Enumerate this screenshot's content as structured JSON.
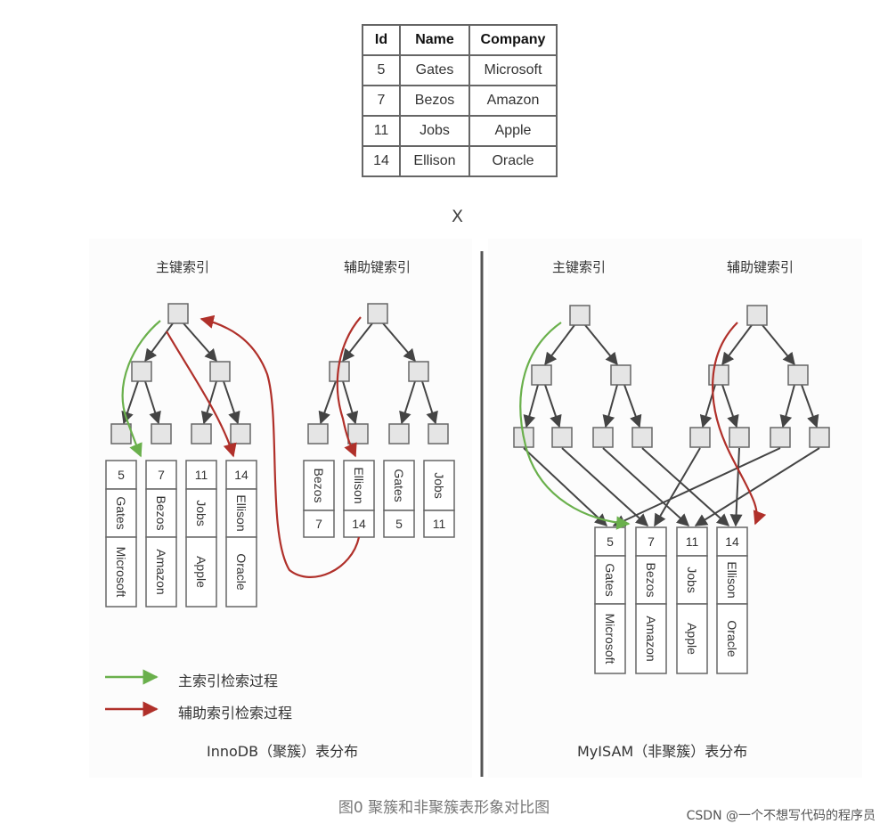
{
  "table": {
    "headers": [
      "Id",
      "Name",
      "Company"
    ],
    "rows": [
      [
        "5",
        "Gates",
        "Microsoft"
      ],
      [
        "7",
        "Bezos",
        "Amazon"
      ],
      [
        "11",
        "Jobs",
        "Apple"
      ],
      [
        "14",
        "Ellison",
        "Oracle"
      ]
    ]
  },
  "separator_letter": "X",
  "left_panel": {
    "primary_index_title": "主键索引",
    "secondary_index_title": "辅助键索引",
    "leaf_records": [
      {
        "id": "5",
        "name": "Gates",
        "company": "Microsoft"
      },
      {
        "id": "7",
        "name": "Bezos",
        "company": "Amazon"
      },
      {
        "id": "11",
        "name": "Jobs",
        "company": "Apple"
      },
      {
        "id": "14",
        "name": "Ellison",
        "company": "Oracle"
      }
    ],
    "secondary_leaves": [
      {
        "name": "Bezos",
        "id": "7"
      },
      {
        "name": "Ellison",
        "id": "14"
      },
      {
        "name": "Gates",
        "id": "5"
      },
      {
        "name": "Jobs",
        "id": "11"
      }
    ],
    "caption": "InnoDB（聚簇）表分布"
  },
  "legend": {
    "primary_label": "主索引检索过程",
    "secondary_label": "辅助索引检索过程",
    "primary_color": "#6ab04c",
    "secondary_color": "#b0302a"
  },
  "right_panel": {
    "primary_index_title": "主键索引",
    "secondary_index_title": "辅助键索引",
    "records": [
      {
        "id": "5",
        "name": "Gates",
        "company": "Microsoft"
      },
      {
        "id": "7",
        "name": "Bezos",
        "company": "Amazon"
      },
      {
        "id": "11",
        "name": "Jobs",
        "company": "Apple"
      },
      {
        "id": "14",
        "name": "Ellison",
        "company": "Oracle"
      }
    ],
    "caption": "MyISAM（非聚簇）表分布"
  },
  "figure_caption": "图0 聚簇和非聚簇表形象对比图",
  "watermark": "CSDN @一个不想写代码的程序员"
}
